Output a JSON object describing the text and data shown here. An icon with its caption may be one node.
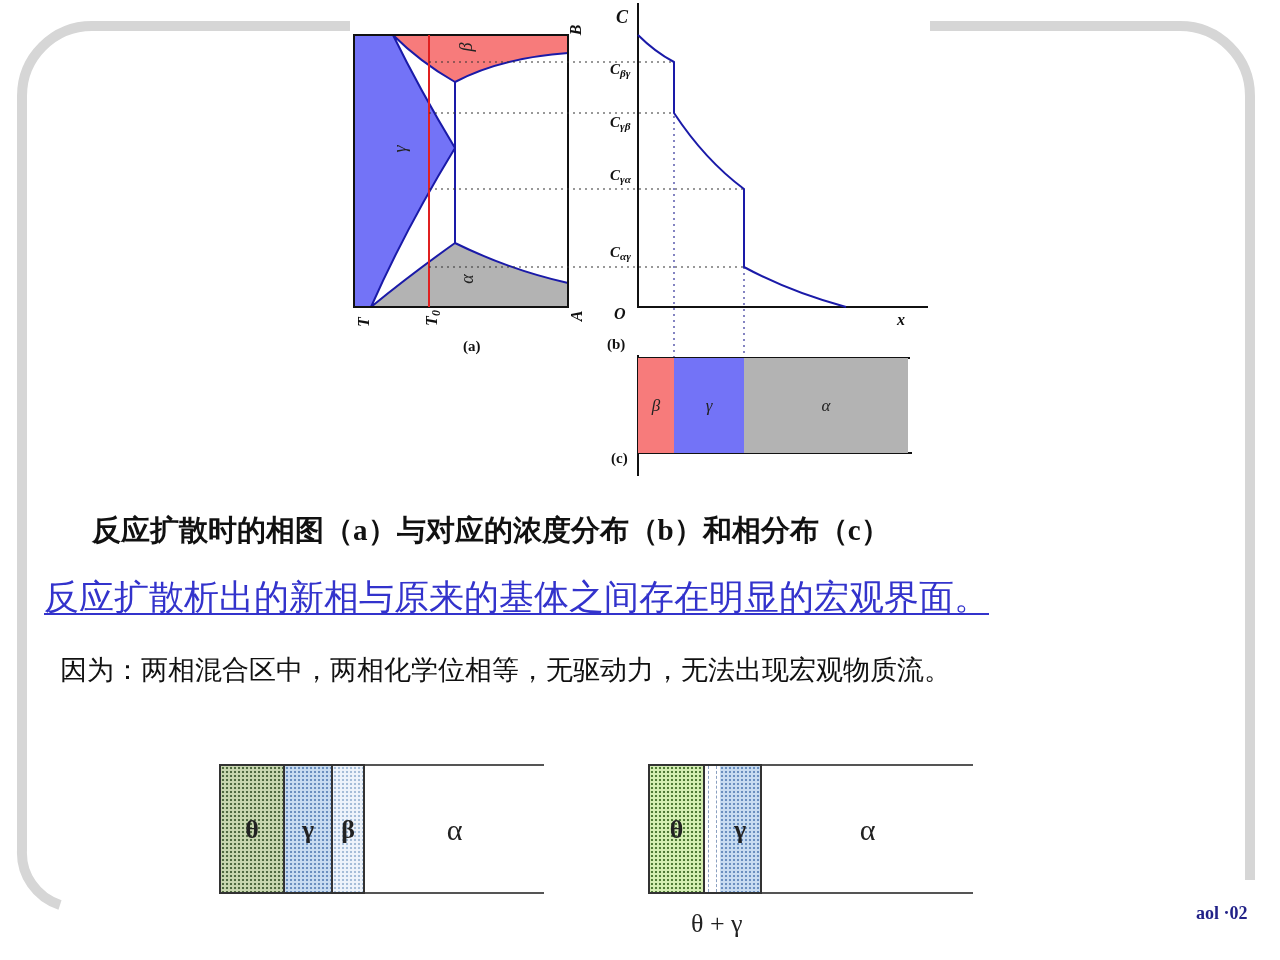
{
  "diagram": {
    "caption": "反应扩散时的相图（a）与对应的浓度分布（b）和相分布（c）",
    "nodes": [
      {
        "text": [
          "β"
        ]
      },
      {
        "text": [
          "γ"
        ]
      },
      {
        "text": [
          "α"
        ]
      },
      {
        "text": [
          "θ"
        ]
      },
      {
        "text": [
          "γ"
        ]
      },
      {
        "text": [
          "β"
        ]
      },
      {
        "text": [
          "α"
        ]
      },
      {
        "text": [
          "θ"
        ]
      },
      {
        "text": [],
        "shape": "box",
        "beside": [
          "θ + γ"
        ]
      },
      {
        "text": [
          "γ"
        ]
      },
      {
        "text": [
          "α"
        ]
      }
    ],
    "labels": [
      "C",
      "B",
      "β",
      "C$_{βγ}$",
      "C$_{γβ}$",
      "γ",
      "C$_{γα}$",
      "C$_{αγ}$",
      "α",
      "T",
      "T$_{0}$",
      "A",
      "O",
      "x",
      "(a)",
      "(b)",
      "(c)",
      "反应扩散析出的新相与原来的基体之间存在明显的宏观界面。",
      "因为：两相混合区中，两相化学位相等，无驱动力，无法出现宏观物质流。",
      "aol ·02"
    ]
  }
}
